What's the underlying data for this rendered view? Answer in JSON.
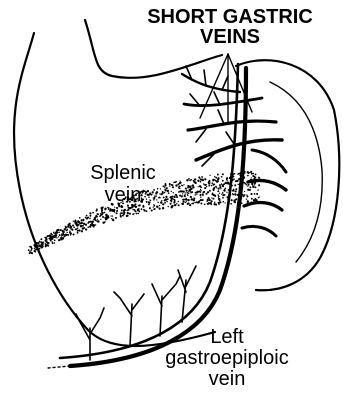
{
  "labels": {
    "short_gastric": [
      "SHORT GASTRIC",
      "VEINS"
    ],
    "splenic": [
      "Splenic",
      "vein"
    ],
    "left_gastroepiploic": [
      "Left",
      "gastroepiploic",
      "vein"
    ]
  }
}
